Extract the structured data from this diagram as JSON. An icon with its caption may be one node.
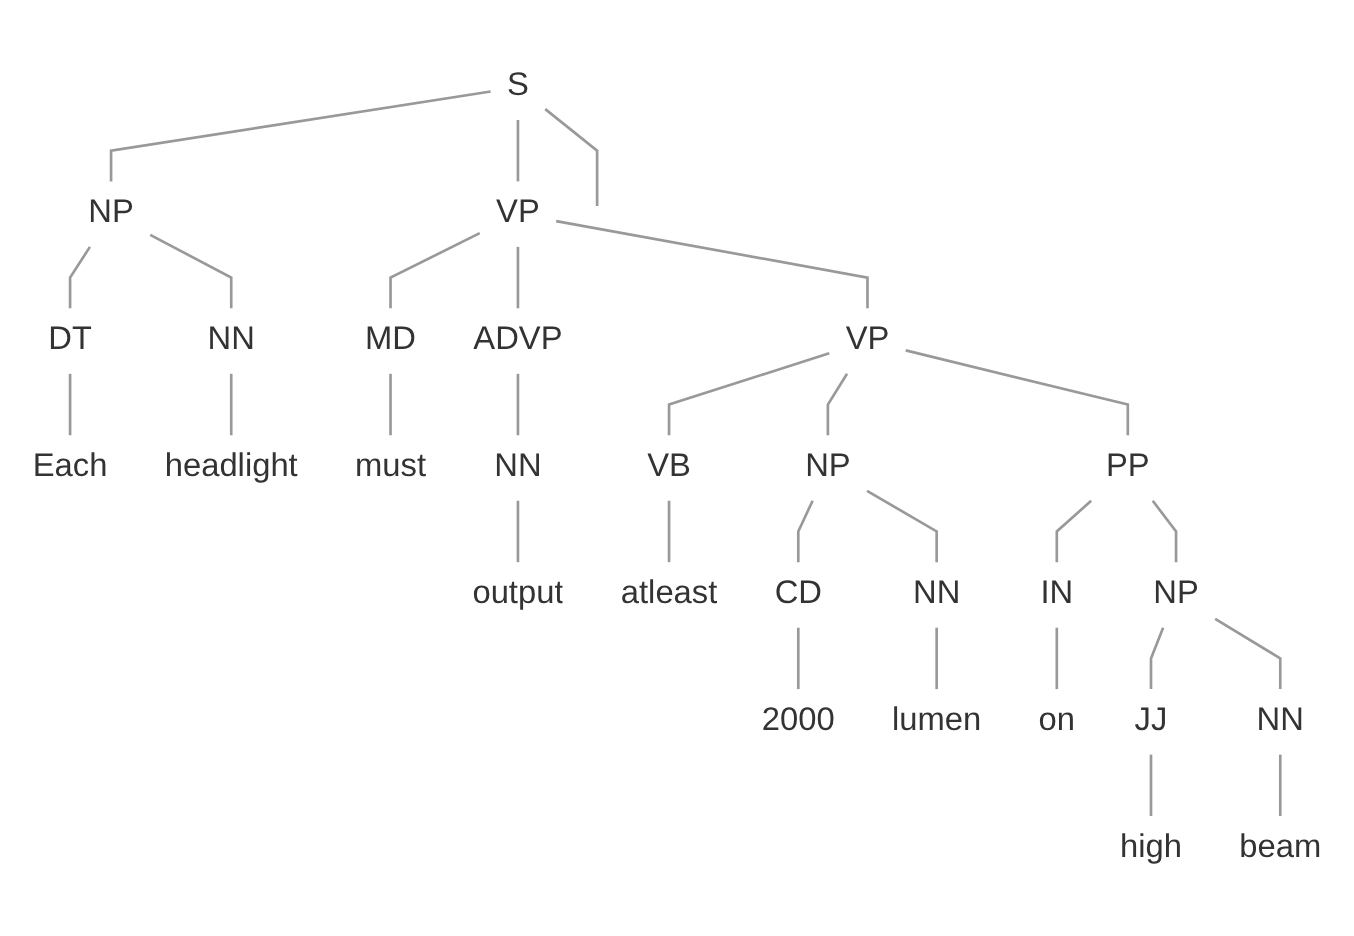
{
  "diagram": {
    "nodes": [
      {
        "text": [
          "S"
        ]
      },
      {
        "text": [
          "NP"
        ]
      },
      {
        "text": [
          "DT"
        ]
      },
      {
        "text": [
          "Each"
        ]
      },
      {
        "text": [
          "NN"
        ]
      },
      {
        "text": [
          "headlight"
        ]
      },
      {
        "text": [
          "VP"
        ]
      },
      {
        "text": [
          "MD"
        ]
      },
      {
        "text": [
          "must"
        ]
      },
      {
        "text": [
          "ADVP"
        ]
      },
      {
        "text": [
          "NN"
        ]
      },
      {
        "text": [
          "output"
        ]
      },
      {
        "text": [
          "VP"
        ]
      },
      {
        "text": [
          "VB"
        ]
      },
      {
        "text": [
          "atleast"
        ]
      },
      {
        "text": [
          "NP"
        ]
      },
      {
        "text": [
          "CD"
        ]
      },
      {
        "text": [
          "2000"
        ]
      },
      {
        "text": [
          "NN"
        ]
      },
      {
        "text": [
          "lumen"
        ]
      },
      {
        "text": [
          "PP"
        ]
      },
      {
        "text": [
          "IN"
        ]
      },
      {
        "text": [
          "on"
        ]
      },
      {
        "text": [
          "NP"
        ]
      },
      {
        "text": [
          "JJ"
        ]
      },
      {
        "text": [
          "high"
        ]
      },
      {
        "text": [
          "NN"
        ]
      },
      {
        "text": [
          "beam"
        ]
      }
    ],
    "edges": [
      {
        "from": 0,
        "to": 1,
        "arrow": "none"
      },
      {
        "from": 1,
        "to": 2,
        "arrow": "none"
      },
      {
        "from": 2,
        "to": 3,
        "arrow": "none"
      },
      {
        "from": 1,
        "to": 4,
        "arrow": "none"
      },
      {
        "from": 4,
        "to": 5,
        "arrow": "none"
      },
      {
        "from": 0,
        "to": 6,
        "arrow": "none"
      },
      {
        "from": 6,
        "to": 7,
        "arrow": "none"
      },
      {
        "from": 7,
        "to": 8,
        "arrow": "none"
      },
      {
        "from": 6,
        "to": 9,
        "arrow": "none"
      },
      {
        "from": 9,
        "to": 10,
        "arrow": "none"
      },
      {
        "from": 10,
        "to": 11,
        "arrow": "none"
      },
      {
        "from": 6,
        "to": 12,
        "arrow": "none"
      },
      {
        "from": 12,
        "to": 13,
        "arrow": "none"
      },
      {
        "from": 13,
        "to": 14,
        "arrow": "none"
      },
      {
        "from": 12,
        "to": 15,
        "arrow": "none"
      },
      {
        "from": 15,
        "to": 16,
        "arrow": "none"
      },
      {
        "from": 16,
        "to": 17,
        "arrow": "none"
      },
      {
        "from": 15,
        "to": 18,
        "arrow": "none"
      },
      {
        "from": 18,
        "to": 19,
        "arrow": "none"
      },
      {
        "from": 12,
        "to": 20,
        "arrow": "none"
      },
      {
        "from": 20,
        "to": 21,
        "arrow": "none"
      },
      {
        "from": 21,
        "to": 22,
        "arrow": "none"
      },
      {
        "from": 20,
        "to": 23,
        "arrow": "none"
      },
      {
        "from": 23,
        "to": 24,
        "arrow": "none"
      },
      {
        "from": 24,
        "to": 25,
        "arrow": "none"
      },
      {
        "from": 23,
        "to": 26,
        "arrow": "none"
      },
      {
        "from": 26,
        "to": 27,
        "arrow": "none"
      },
      {
        "from": 0,
        "to": null,
        "arrow": "none"
      }
    ]
  }
}
